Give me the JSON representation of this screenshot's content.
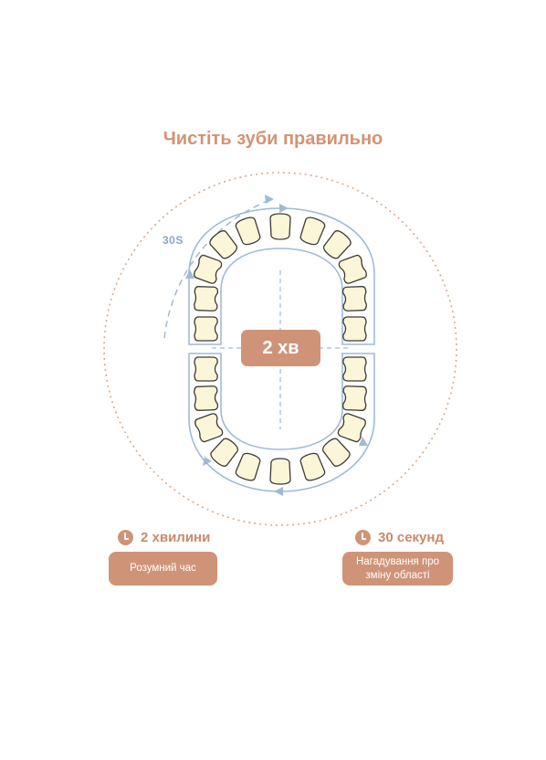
{
  "title": "Чистіть зуби правильно",
  "center_label": "2 хв",
  "arc_label": "30S",
  "timers": [
    {
      "icon": "clock-icon",
      "title": "2 хвилини",
      "description": "Розумний час"
    },
    {
      "icon": "clock-icon",
      "title": "30 секунд",
      "description": "Нагадування про зміну області"
    }
  ],
  "colors": {
    "accent": "#cf9478",
    "title": "#d39373",
    "outline_blue": "#9fbad8",
    "tooth_fill": "#fbf6d8"
  }
}
